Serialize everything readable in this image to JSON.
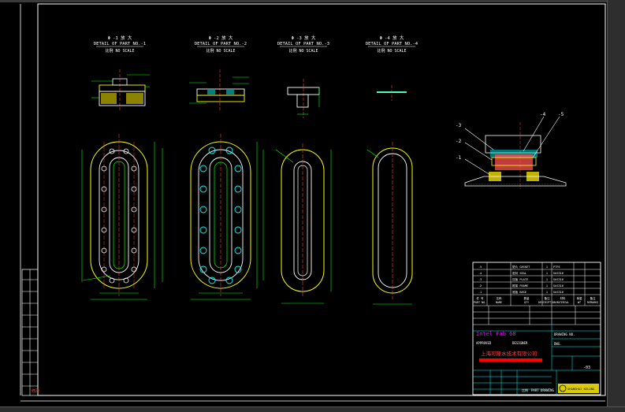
{
  "views": [
    {
      "title": "Φ -1 放 大",
      "subtitle": "DETAIL OF PART NO.-1",
      "scale": "比例   NO SCALE"
    },
    {
      "title": "Φ -2 放 大",
      "subtitle": "DETAIL OF PART NO.-2",
      "scale": "比例   NO SCALE"
    },
    {
      "title": "Φ -3 放 大",
      "subtitle": "DETAIL OF PART NO.-3",
      "scale": "比例   NO SCALE"
    },
    {
      "title": "Φ -4 放 大",
      "subtitle": "DETAIL OF PART NO.-4",
      "scale": "比例   NO SCALE"
    }
  ],
  "assembly": {
    "callouts": [
      "-3",
      "-2",
      "-1",
      "-4",
      "-5"
    ]
  },
  "title_block": {
    "header_row": [
      "件 号",
      "名称",
      "数量",
      "备注",
      "材料",
      "单重",
      "备注"
    ],
    "header_row_en": [
      "PART NO.",
      "NAME",
      "QTY",
      "DESCRIPTION",
      "MATERIAL",
      "WT",
      "REMARKS"
    ],
    "rows": [
      {
        "no": "-5",
        "name": "垫片 GASKET",
        "qty": "1",
        "mat": "PTFE"
      },
      {
        "no": "-4",
        "name": "密封 SEAL",
        "qty": "1",
        "mat": "SUS316"
      },
      {
        "no": "-3",
        "name": "压板 PLATE",
        "qty": "1",
        "mat": "SUS316"
      },
      {
        "no": "-2",
        "name": "框架 FRAME",
        "qty": "1",
        "mat": "SUS316"
      },
      {
        "no": "-1",
        "name": "底板 BASE",
        "qty": "1",
        "mat": "SUS316"
      }
    ],
    "company_en": "Intel  Fab  68",
    "approved_label": "APPROVED",
    "designer_label": "DESIGNER",
    "company_cn": "上海可隆水技术有限公司",
    "drawing_no_label": "DRAWING NO.",
    "dwg_label": "DWG.",
    "sheet_label": "-03",
    "drawing_name": "PART DRAWING",
    "scale_label": "比例",
    "company_logo": "SHANGHAI KELONG"
  },
  "left_strip": {
    "label": "修改"
  }
}
